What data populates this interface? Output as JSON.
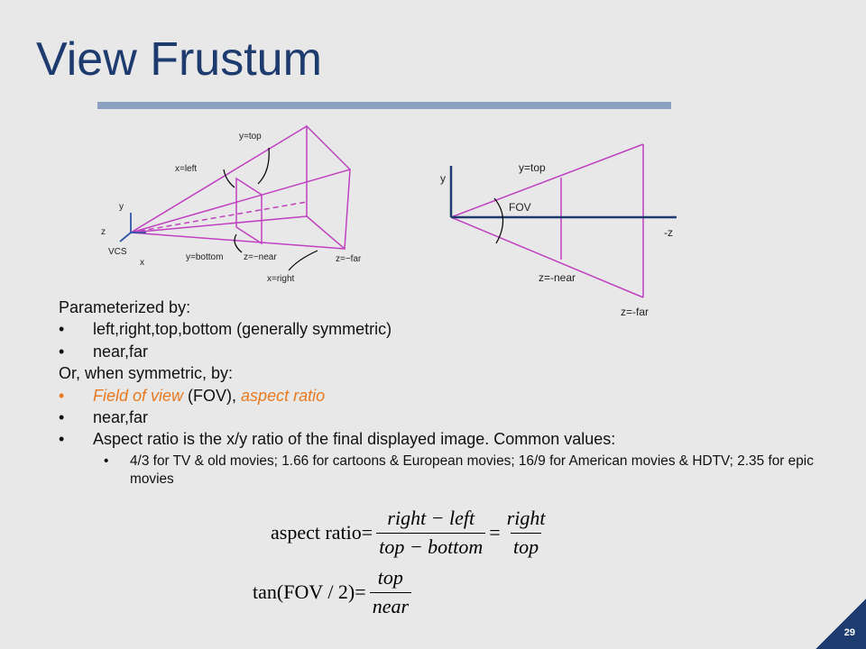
{
  "slide": {
    "title": "View Frustum",
    "page_number": "29"
  },
  "figure_3d": {
    "labels": {
      "y_top": "y=top",
      "x_left": "x=left",
      "y_axis": "y",
      "z_axis": "z",
      "vcs": "VCS",
      "x_axis": "x",
      "y_bottom": "y=bottom",
      "z_near": "z=−near",
      "z_far": "z=−far",
      "x_right": "x=right"
    }
  },
  "figure_2d": {
    "labels": {
      "y_axis": "y",
      "y_top": "y=top",
      "fov": "FOV",
      "neg_z": "-z",
      "z_near": "z=-near",
      "z_far": "z=-far"
    }
  },
  "body": {
    "line1": "Parameterized by:",
    "bullet1": "left,right,top,bottom (generally symmetric)",
    "bullet2": "near,far",
    "line2": "Or, when symmetric, by:",
    "bullet3_accent1": "Field of view",
    "bullet3_mid": " (FOV), ",
    "bullet3_accent2": "aspect ratio",
    "bullet4": "near,far",
    "bullet5": "Aspect ratio is the x/y ratio of the final displayed image. Common values:",
    "sub_bullet1": "4/3 for TV & old movies; 1.66 for cartoons & European movies; 16/9 for American movies & HDTV; 2.35 for epic movies",
    "bullet_char": "•"
  },
  "formula1": {
    "lhs": "aspect ratio",
    "eq": "=",
    "frac1_num": "right − left",
    "frac1_den": "top − bottom",
    "frac2_num": "right",
    "frac2_den": "top"
  },
  "formula2": {
    "lhs": "tan(FOV / 2)",
    "eq": "=",
    "frac_num": "top",
    "frac_den": "near"
  },
  "colors": {
    "title": "#1d3b6e",
    "frustum": "#c040c0",
    "axis_blue": "#1d3b6e",
    "accent": "#e8791e",
    "title_rule": "#8ca0c0"
  }
}
